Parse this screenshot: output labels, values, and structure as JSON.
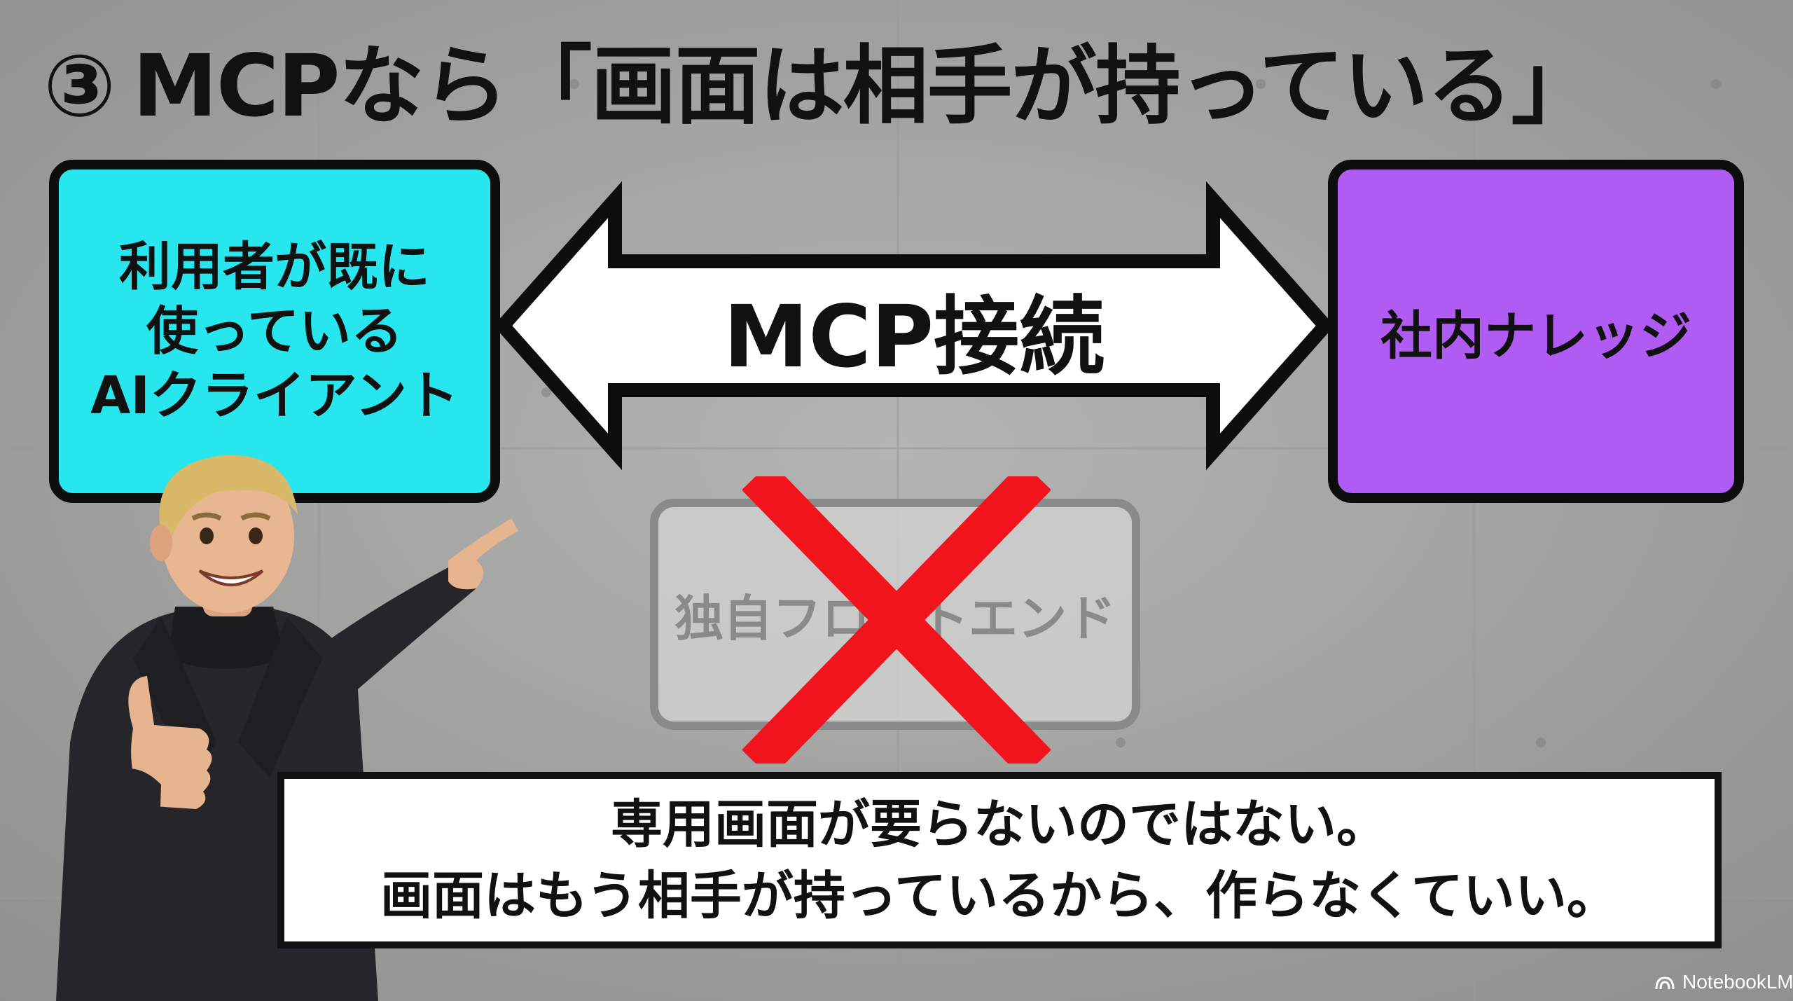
{
  "title": {
    "number": "③",
    "text": "MCPなら「画面は相手が持っている」"
  },
  "client_box": {
    "lines": [
      "利用者が既に",
      "使っている",
      "AIクライアント"
    ]
  },
  "connection": {
    "label": "MCP接続"
  },
  "knowledge_box": {
    "label": "社内ナレッジ"
  },
  "crossed_out": {
    "label": "独自フロントエンド"
  },
  "caption": {
    "line1": "専用画面が要らないのではない。",
    "line2": "画面はもう相手が持っているから、作らなくていい。"
  },
  "watermark": {
    "text": "NotebookLM"
  },
  "colors": {
    "client_box": "#27e6ee",
    "knowledge_box": "#b05cf3",
    "cross": "#f2141c",
    "background": "#a9a9a7"
  }
}
